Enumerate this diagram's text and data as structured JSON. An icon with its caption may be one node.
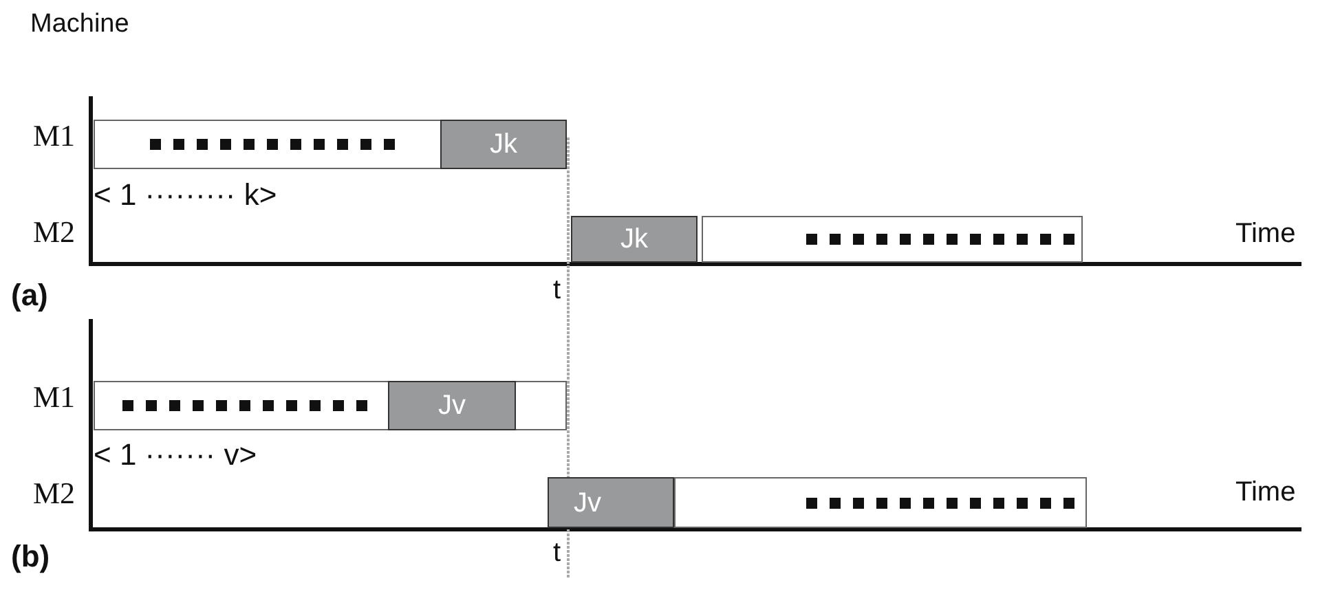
{
  "diagram": {
    "nodes": [
      {
        "text": [],
        "shape": "box"
      },
      {
        "text": [
          "Jk"
        ]
      },
      {
        "text": [
          "Jk"
        ]
      },
      {
        "text": [],
        "shape": "box"
      },
      {
        "text": [],
        "shape": "box"
      },
      {
        "text": [
          "Jv"
        ],
        "in": 4
      },
      {
        "text": [
          "Jv"
        ]
      },
      {
        "text": [],
        "shape": "box"
      }
    ],
    "edges": [],
    "labels": [
      "Machine",
      "M1",
      "< 1 ········· k>",
      "M2",
      "Time",
      "(a)",
      "t",
      "M1",
      "< 1 ······· v>",
      "M2",
      "Time",
      "(b)",
      "t"
    ]
  }
}
